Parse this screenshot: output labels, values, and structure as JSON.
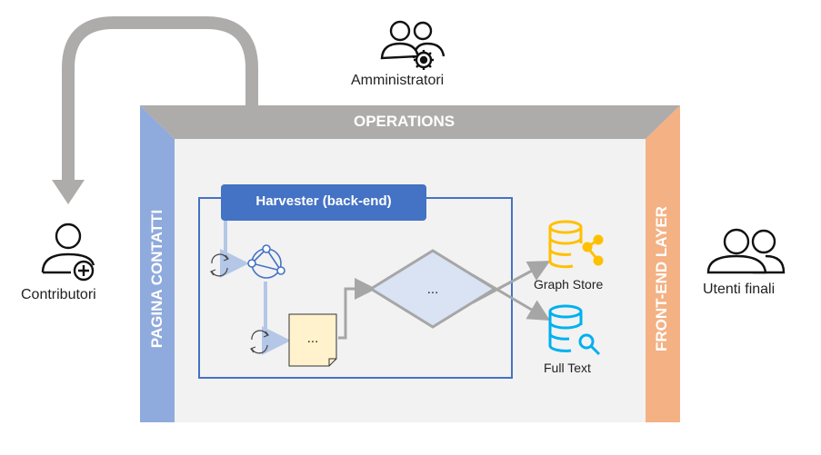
{
  "actors": {
    "admins": "Amministratori",
    "contributors": "Contributori",
    "end_users": "Utenti finali"
  },
  "bands": {
    "top": "OPERATIONS",
    "left": "PAGINA CONTATTI",
    "right": "FRONT-END LAYER"
  },
  "harvester": {
    "title": "Harvester (back-end)",
    "document_placeholder": "...",
    "decision_placeholder": "..."
  },
  "stores": {
    "graph": "Graph Store",
    "fulltext": "Full Text"
  },
  "colors": {
    "operations_band": "#aeabab",
    "contatti_band": "#8faadc",
    "frontend_band": "#f4b183",
    "inner_bg": "#f2f2f2",
    "harvester_blue": "#4472c4",
    "light_blue": "#b4c7e7",
    "decision_fill": "#dae3f3",
    "doc_fill": "#fff2cc",
    "store_yellow": "#ffc000",
    "store_cyan": "#00b0f0",
    "arrow_grey": "#a6a6a6"
  }
}
